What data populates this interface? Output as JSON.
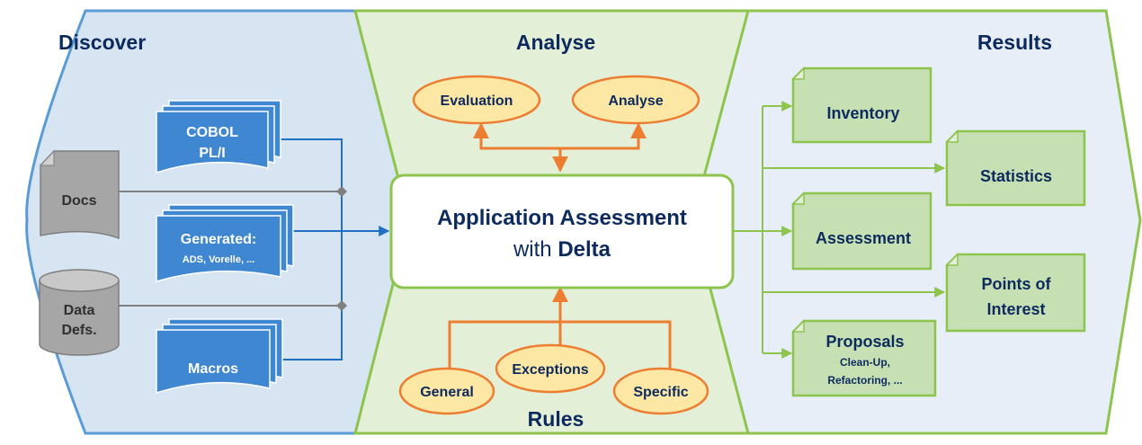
{
  "headers": {
    "discover": "Discover",
    "analyse": "Analyse",
    "results": "Results",
    "rules": "Rules"
  },
  "sources": {
    "cobol_line1": "COBOL",
    "cobol_line2": "PL/I",
    "generated_line1": "Generated:",
    "generated_line2": "ADS, Vorelle, ...",
    "macros": "Macros",
    "docs": "Docs",
    "datadefs_line1": "Data",
    "datadefs_line2": "Defs."
  },
  "analyse_nodes": {
    "evaluation": "Evaluation",
    "analyse": "Analyse"
  },
  "center": {
    "line1": "Application Assessment",
    "line2_prefix": "with",
    "line2_bold": "Delta"
  },
  "rules_nodes": {
    "general": "General",
    "exceptions": "Exceptions",
    "specific": "Specific"
  },
  "results": {
    "inventory": "Inventory",
    "statistics": "Statistics",
    "assessment": "Assessment",
    "poi_line1": "Points of",
    "poi_line2": "Interest",
    "proposals_line1": "Proposals",
    "proposals_line2": "Clean-Up,",
    "proposals_line3": "Refactoring, ..."
  },
  "colors": {
    "discover_bg": "#d7e4f2",
    "discover_border": "#5b9bd5",
    "analyse_bg": "#e3efd6",
    "green_border": "#8dc44e",
    "results_bg": "#e7eef7",
    "blue_doc": "#3f87d0",
    "orange": "#ed7d31",
    "oval_fill": "#fde7a4",
    "result_fill": "#c6e0b4",
    "gray": "#a6a6a6",
    "dark_text": "#0d2a5e"
  }
}
